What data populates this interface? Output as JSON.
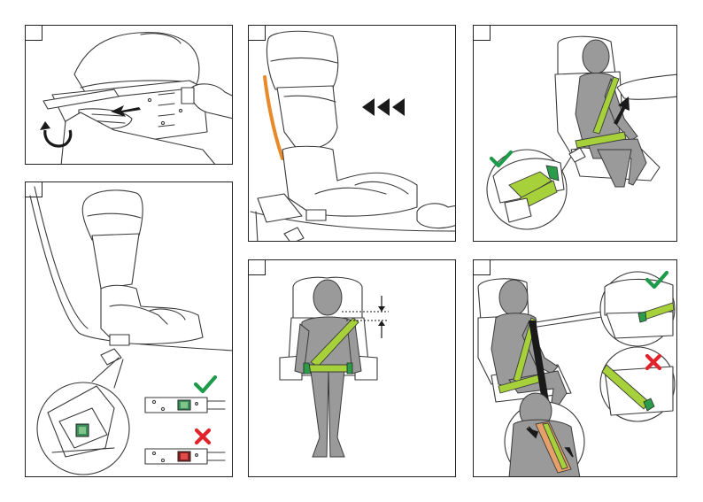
{
  "colors": {
    "check": "#1e9a4b",
    "cross": "#e1232b",
    "belt": "#a6d13a",
    "belt_dark": "#2a9c4a",
    "guide_strip": "#e88a2a",
    "shoulder_ok": "#e8a06a",
    "body_grey": "#9a9a9a"
  },
  "icons": {
    "check": "check-icon",
    "cross": "cross-icon",
    "rotate": "rotate-arrow-icon",
    "direction": "triple-arrow-left-icon"
  },
  "panels": [
    {
      "id": "step-1",
      "scene": "isofix-connector-extend"
    },
    {
      "id": "step-2",
      "scene": "isofix-indicator-check"
    },
    {
      "id": "step-3",
      "scene": "push-seat-back"
    },
    {
      "id": "step-4",
      "scene": "headrest-height-adjust"
    },
    {
      "id": "step-5",
      "scene": "lap-belt-routing"
    },
    {
      "id": "step-6",
      "scene": "shoulder-belt-routing"
    }
  ]
}
